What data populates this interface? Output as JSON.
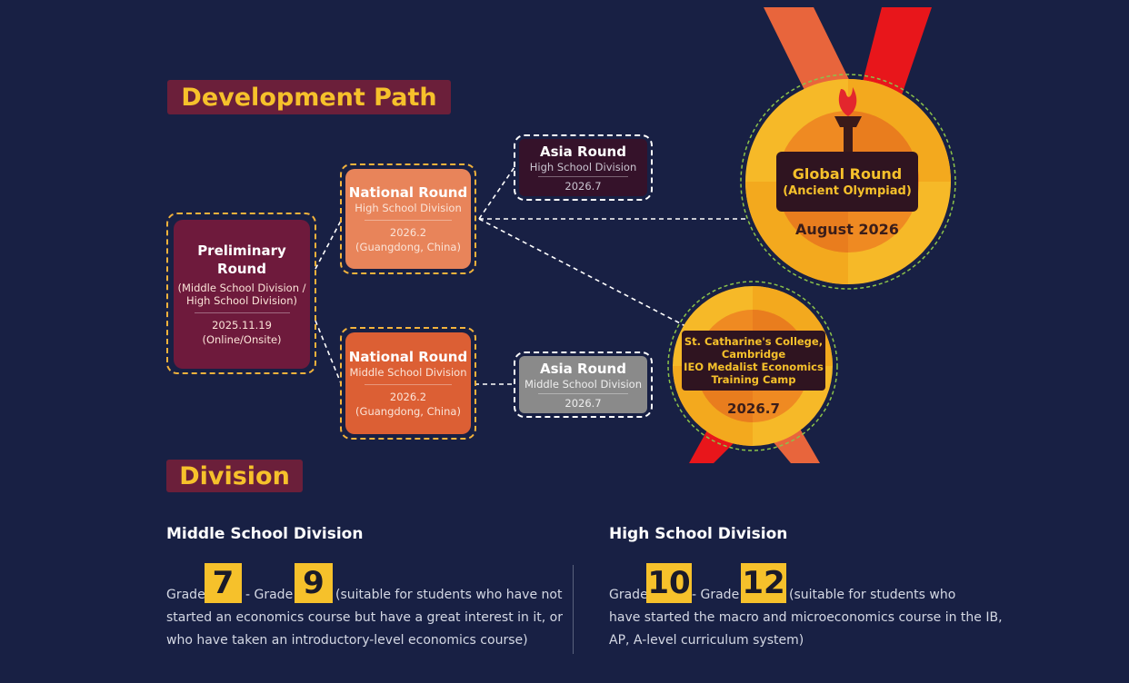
{
  "development": {
    "title": "Development Path",
    "preliminary": {
      "title_line1": "Preliminary",
      "title_line2": "Round",
      "division_line1": "(Middle School Division /",
      "division_line2": "High School Division)",
      "date": "2025.11.19",
      "mode": "(Online/Onsite)"
    },
    "national_high": {
      "title": "National Round",
      "division": "High School Division",
      "date": "2026.2",
      "place": "(Guangdong, China)"
    },
    "national_middle": {
      "title": "National Round",
      "division": "Middle School Division",
      "date": "2026.2",
      "place": "(Guangdong, China)"
    },
    "asia_high": {
      "title": "Asia Round",
      "division": "High School Division",
      "date": "2026.7"
    },
    "asia_middle": {
      "title": "Asia Round",
      "division": "Middle School Division",
      "date": "2026.7"
    },
    "global": {
      "line1": "Global Round",
      "line2": "(Ancient Olympiad)",
      "date": "August 2026"
    },
    "camp": {
      "line1": "St. Catharine's College,",
      "line2": "Cambridge",
      "line3": "IEO Medalist Economics",
      "line4": "Training Camp",
      "date": "2026.7"
    }
  },
  "division": {
    "title": "Division",
    "middle": {
      "heading": "Middle School Division",
      "grade_word": "Grade",
      "from": "7",
      "dash_grade": "- Grade",
      "to": "9",
      "desc_line1": "(suitable for students who have not",
      "desc_line2": "started an economics course but have a great interest in it, or",
      "desc_line3": "who have taken an introductory-level economics course)"
    },
    "high": {
      "heading": "High School Division",
      "grade_word": "Grade",
      "from": "10",
      "dash_grade": "- Grade",
      "to": "12",
      "desc_line1": "(suitable for students who",
      "desc_line2": "have started the macro and microeconomics course in the IB,",
      "desc_line3": "AP, A-level curriculum system)"
    }
  },
  "colors": {
    "background": "#182044",
    "accent_yellow": "#f6c12b",
    "title_bg": "#6b1f3a",
    "preliminary_bg": "#6e1a3c",
    "national_high_bg": "#e8845a",
    "national_middle_bg": "#dc5f34",
    "asia_high_bg": "#35122a",
    "asia_middle_bg": "#8a8a8a"
  }
}
